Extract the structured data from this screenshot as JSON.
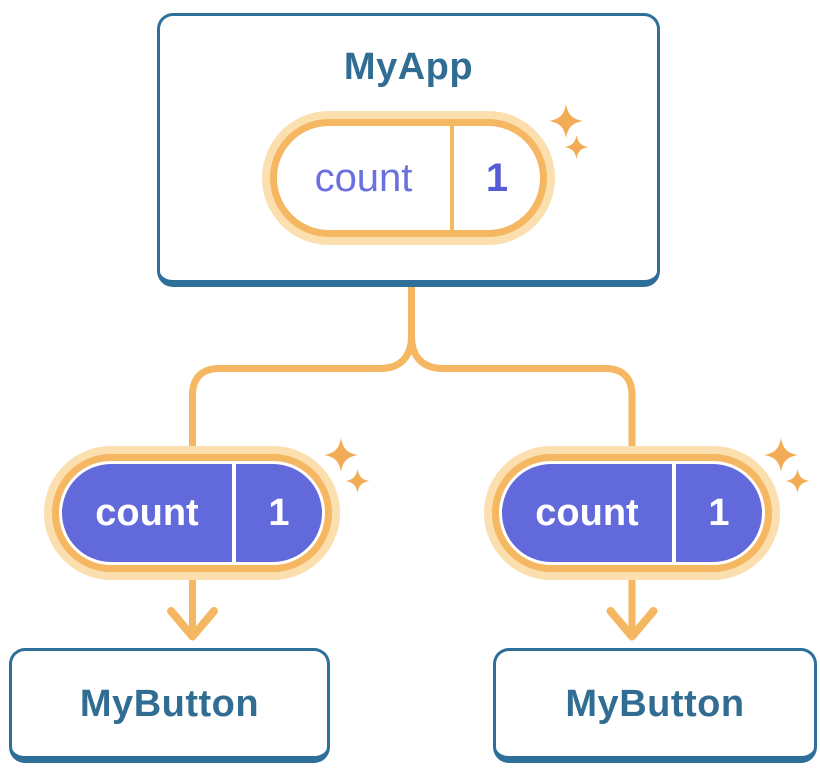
{
  "diagram": {
    "type": "react-state-passing-tree",
    "root": {
      "title": "MyApp",
      "state": {
        "label": "count",
        "value": "1"
      }
    },
    "children": [
      {
        "title": "MyButton",
        "props": {
          "label": "count",
          "value": "1"
        }
      },
      {
        "title": "MyButton",
        "props": {
          "label": "count",
          "value": "1"
        }
      }
    ],
    "icons": {
      "sparkle": "four-point-sparkle-icon",
      "arrow": "down-arrow-icon"
    },
    "colors": {
      "page_bg": "#FFFFFF",
      "card_bg": "#FFFFFF",
      "card_border": "#2E6F99",
      "title_text": "#316D93",
      "line": "#F5B761",
      "halo": "#FBDFAF",
      "ring": "#F5B761",
      "pill_fill": "#6169DB",
      "state_label_text": "#6B70E0",
      "state_value_text": "#555CD6",
      "props_text": "#FFFFFF",
      "sparkle": "#F2AC55"
    }
  }
}
